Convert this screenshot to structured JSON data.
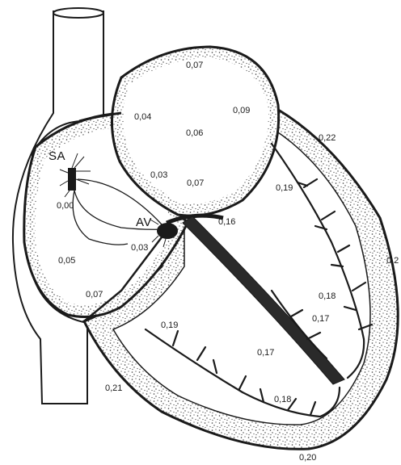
{
  "nodes": {
    "sa": "SA",
    "av": "AV"
  },
  "times": [
    "0,07",
    "0,04",
    "0,06",
    "0,09",
    "0,22",
    "0,03",
    "0,07",
    "0,00",
    "0,19",
    "0,16",
    "0,03",
    "0,05",
    "0,2",
    "0,18",
    "0,07",
    "0,17",
    "0,19",
    "0,17",
    "0,21",
    "0,18",
    "0,20"
  ],
  "colors": {
    "ink": "#1a1a1a",
    "stipple": "#3a3a3a",
    "paper": "#ffffff"
  }
}
